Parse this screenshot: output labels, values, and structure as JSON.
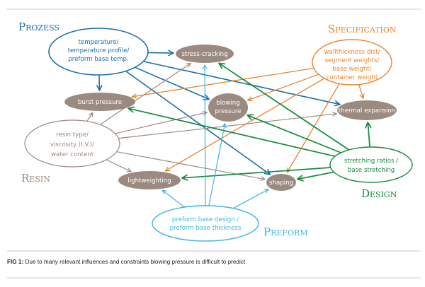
{
  "colors": {
    "prozess": "#1a6faa",
    "specification": "#e8842c",
    "resin": "#9b8a80",
    "design": "#138a3c",
    "preform": "#3fb5e0",
    "outcome_fill": "#9b8a80",
    "outcome_text": "#ffffff"
  },
  "categories": {
    "prozess": "Prozess",
    "specification": "Specification",
    "resin": "Resin",
    "design": "Design",
    "preform": "Preform"
  },
  "sources": {
    "temperature": [
      "temperature/",
      "temperature profile/",
      "preform base temp."
    ],
    "specification": [
      "wallthickness dist/",
      "segment weights/",
      "base weight/",
      "container weight"
    ],
    "resin": [
      "resin type/",
      "viscosity (I.V.)/",
      "water content"
    ],
    "design": [
      "stretching ratios /",
      "base stretching"
    ],
    "preform": [
      "preform base design /",
      "preform base thickness"
    ]
  },
  "outcomes": {
    "stress_cracking": "stress-cracking",
    "burst_pressure": "burst pressure",
    "blowing_pressure": [
      "blowing",
      "pressure"
    ],
    "thermal_expansion": "thermal expansion",
    "lightweighting": "lightweighting",
    "shaping": "shaping"
  },
  "edges": [
    {
      "from": "temperature",
      "to": "stress_cracking",
      "color": "prozess"
    },
    {
      "from": "temperature",
      "to": "burst_pressure",
      "color": "prozess"
    },
    {
      "from": "temperature",
      "to": "blowing_pressure",
      "color": "prozess"
    },
    {
      "from": "temperature",
      "to": "thermal_expansion",
      "color": "prozess"
    },
    {
      "from": "temperature",
      "to": "shaping",
      "color": "prozess"
    },
    {
      "from": "specification",
      "to": "burst_pressure",
      "color": "specification"
    },
    {
      "from": "specification",
      "to": "blowing_pressure",
      "color": "specification"
    },
    {
      "from": "specification",
      "to": "thermal_expansion",
      "color": "specification"
    },
    {
      "from": "specification",
      "to": "lightweighting",
      "color": "specification"
    },
    {
      "from": "specification",
      "to": "shaping",
      "color": "specification"
    },
    {
      "from": "resin",
      "to": "burst_pressure",
      "color": "resin"
    },
    {
      "from": "resin",
      "to": "stress_cracking",
      "color": "resin"
    },
    {
      "from": "resin",
      "to": "blowing_pressure",
      "color": "resin"
    },
    {
      "from": "resin",
      "to": "thermal_expansion",
      "color": "resin"
    },
    {
      "from": "resin",
      "to": "lightweighting",
      "color": "resin"
    },
    {
      "from": "resin",
      "to": "shaping",
      "color": "resin"
    },
    {
      "from": "design",
      "to": "stress_cracking",
      "color": "design"
    },
    {
      "from": "design",
      "to": "burst_pressure",
      "color": "design"
    },
    {
      "from": "design",
      "to": "blowing_pressure",
      "color": "design"
    },
    {
      "from": "design",
      "to": "thermal_expansion",
      "color": "design"
    },
    {
      "from": "design",
      "to": "lightweighting",
      "color": "design"
    },
    {
      "from": "design",
      "to": "shaping",
      "color": "design"
    },
    {
      "from": "preform",
      "to": "stress_cracking",
      "color": "preform"
    },
    {
      "from": "preform",
      "to": "blowing_pressure",
      "color": "preform"
    },
    {
      "from": "preform",
      "to": "lightweighting",
      "color": "preform"
    },
    {
      "from": "preform",
      "to": "shaping",
      "color": "preform"
    }
  ],
  "caption": {
    "label": "FIG 1:",
    "text": " Due to many relevant influences and constraints blowing pressure is difficult to predict"
  }
}
